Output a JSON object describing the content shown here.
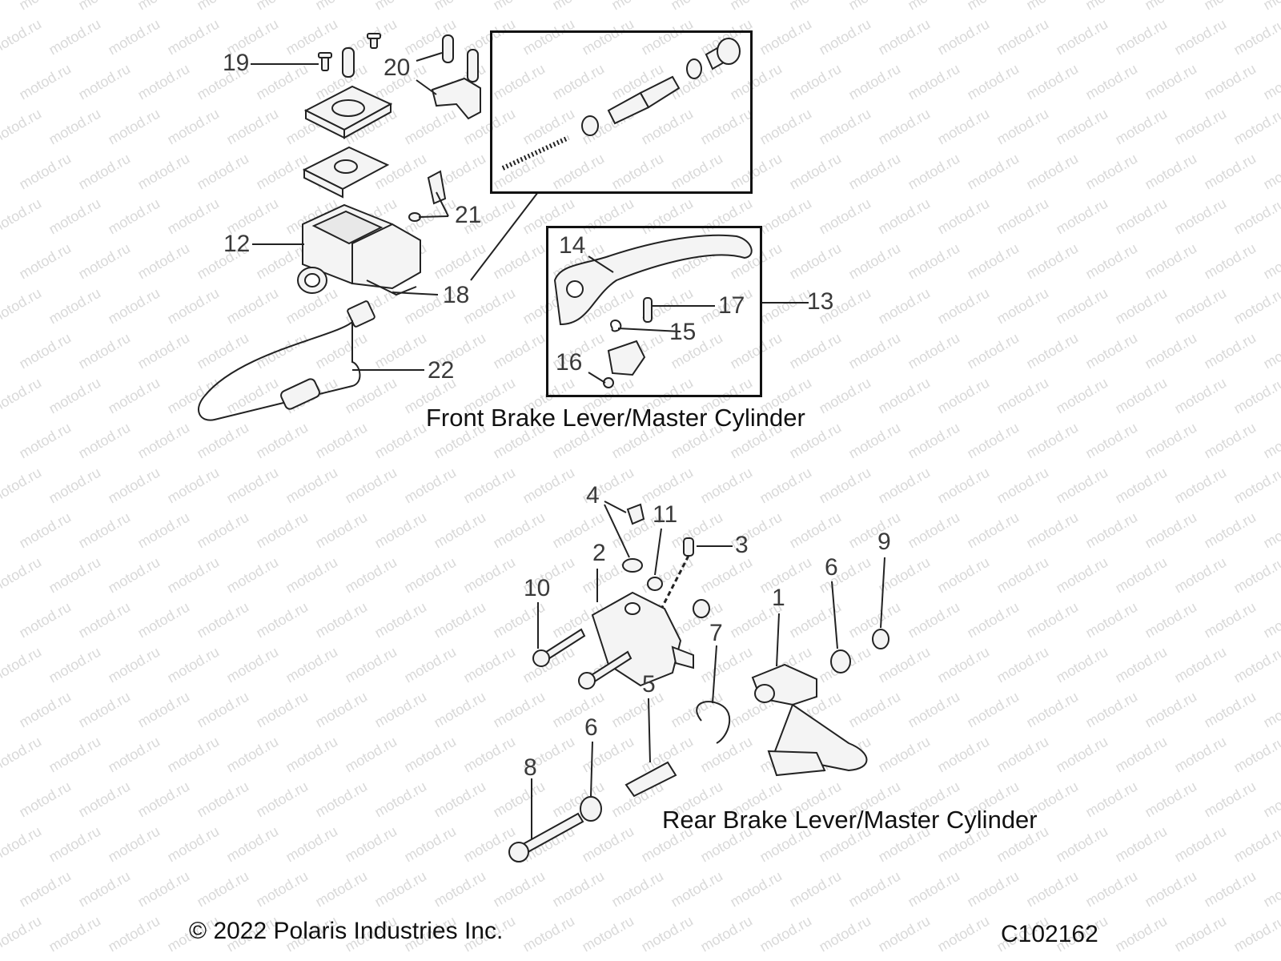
{
  "watermark": "motod.ru",
  "front_section": {
    "title": "Front Brake Lever/Master Cylinder",
    "callouts": [
      "19",
      "20",
      "21",
      "12",
      "18",
      "22",
      "14",
      "17",
      "13",
      "15",
      "16"
    ]
  },
  "rear_section": {
    "title": "Rear Brake Lever/Master Cylinder",
    "callouts": [
      "4",
      "11",
      "3",
      "2",
      "10",
      "1",
      "6",
      "9",
      "7",
      "5",
      "6",
      "8"
    ]
  },
  "footer": {
    "copyright": "© 2022 Polaris Industries Inc.",
    "code": "C102162"
  }
}
